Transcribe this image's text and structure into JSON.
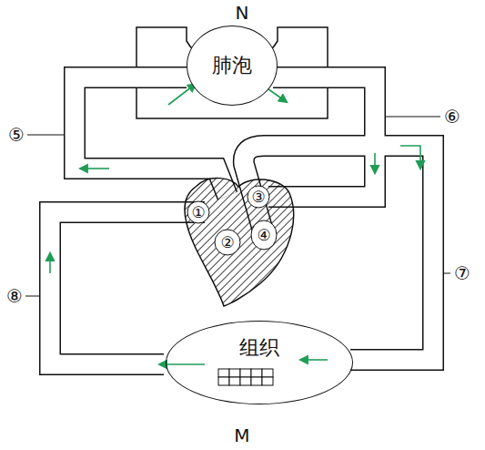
{
  "diagram": {
    "nodes": [
      {
        "text": [
          "肺泡"
        ]
      },
      {
        "text": [
          "组织"
        ]
      }
    ],
    "labels": [
      "N",
      "⑤",
      "⑥",
      "①",
      "②",
      "③",
      "④",
      "⑦",
      "⑧",
      "M"
    ]
  }
}
